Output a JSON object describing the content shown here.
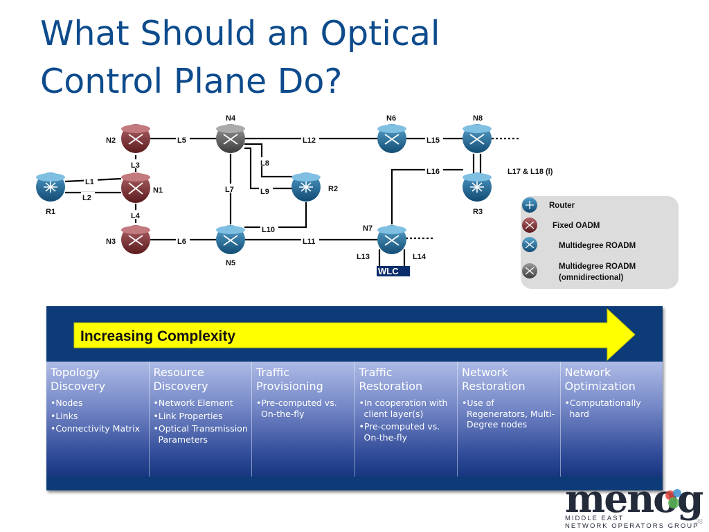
{
  "title": {
    "line1": "What Should an Optical",
    "line2": "Control Plane Do?"
  },
  "network": {
    "nodes": {
      "N1": {
        "label": "N1",
        "type": "fixed-oadm"
      },
      "N2": {
        "label": "N2",
        "type": "fixed-oadm"
      },
      "N3": {
        "label": "N3",
        "type": "fixed-oadm"
      },
      "N4": {
        "label": "N4",
        "type": "multidegree-roadm-omni"
      },
      "N5": {
        "label": "N5",
        "type": "multidegree-roadm"
      },
      "N6": {
        "label": "N6",
        "type": "multidegree-roadm"
      },
      "N7": {
        "label": "N7",
        "type": "multidegree-roadm"
      },
      "N8": {
        "label": "N8",
        "type": "multidegree-roadm"
      },
      "R1": {
        "label": "R1",
        "type": "router"
      },
      "R2": {
        "label": "R2",
        "type": "router"
      },
      "R3": {
        "label": "R3",
        "type": "router"
      }
    },
    "links": {
      "L1": "L1",
      "L2": "L2",
      "L3": "L3",
      "L4": "L4",
      "L5": "L5",
      "L6": "L6",
      "L7": "L7",
      "L8": "L8",
      "L9": "L9",
      "L10": "L10",
      "L11": "L11",
      "L12": "L12",
      "L13": "L13",
      "L14": "L14",
      "L15": "L15",
      "L16": "L16"
    },
    "l17_l18_label": "L17 & L18 (l)",
    "wlc_label": "WLC"
  },
  "legend": {
    "router": "Router",
    "fixed_oadm": "Fixed OADM",
    "multidegree_roadm": "Multidegree ROADM",
    "omni_line1": "Multidegree ROADM",
    "omni_line2": "(omnidirectional)"
  },
  "complexity": {
    "arrow_label": "Increasing Complexity",
    "columns": [
      {
        "heading": "Topology\nDiscovery",
        "items": [
          "•Nodes",
          "•Links",
          "•Connectivity Matrix"
        ]
      },
      {
        "heading": "Resource\nDiscovery",
        "items": [
          "•Network Element",
          "•Link Properties",
          "•Optical Transmission Parameters"
        ]
      },
      {
        "heading": "Traffic\nProvisioning",
        "items": [
          "•Pre-computed vs. On-the-fly"
        ]
      },
      {
        "heading": "Traffic\nRestoration",
        "items": [
          "•In cooperation with client layer(s)",
          "•Pre-computed vs. On-the-fly"
        ]
      },
      {
        "heading": "Network\nRestoration",
        "items": [
          "•Use of Regenerators, Multi-Degree nodes"
        ]
      },
      {
        "heading": "Network\nOptimization",
        "items": [
          "•Computationally hard"
        ]
      }
    ]
  },
  "logo": {
    "word": "menog",
    "line1": "MIDDLE EAST",
    "line2": "NETWORK OPERATORS GROUP"
  },
  "page_number": "38",
  "colors": {
    "title": "#0d4b8c",
    "fixed_oadm": "#7a2a2c",
    "multidegree_roadm": "#1e6c96",
    "omni_roadm": "#5a5a5a",
    "arrow_fill": "#ffff00",
    "panel_dark": "#0c3b77",
    "legend_bg": "#dcdcdc"
  }
}
